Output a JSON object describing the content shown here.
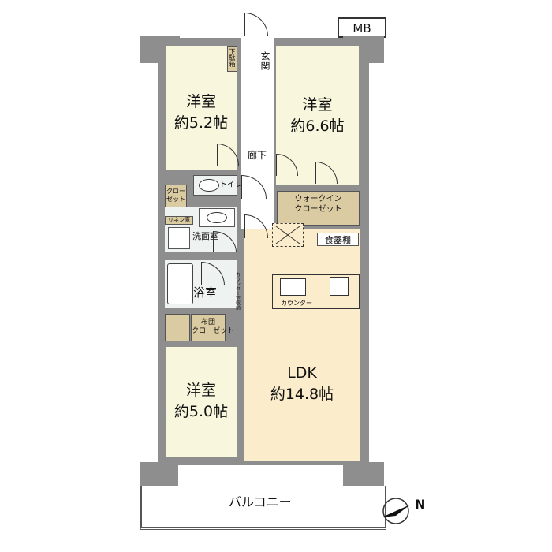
{
  "rooms": {
    "western_top_left": {
      "name": "洋室",
      "size": "約5.2帖"
    },
    "western_top_right": {
      "name": "洋室",
      "size": "約6.6帖"
    },
    "western_bottom_left": {
      "name": "洋室",
      "size": "約5.0帖"
    },
    "ldk": {
      "name": "LDK",
      "size": "約14.8帖"
    }
  },
  "labels": {
    "mb": "MB",
    "entrance": "玄関",
    "shoe_cabinet": "下駄箱",
    "hallway": "廊下",
    "toilet": "トイレ",
    "closet": "クローゼット",
    "walk_in_closet": "ウォークイン\nクローゼット",
    "linen": "リネン庫",
    "washroom": "洗面室",
    "cupboard": "食器棚",
    "bathroom": "浴室",
    "futon_closet": "布団\nクローゼット",
    "counter": "カウンター",
    "counter_storage": "カウンター下収納",
    "balcony": "バルコニー",
    "north": "N"
  },
  "colors": {
    "wall": "#8e8e8e",
    "room": "#f8f6dd",
    "ldk": "#fbeccb",
    "storage": "#dbcba2"
  }
}
